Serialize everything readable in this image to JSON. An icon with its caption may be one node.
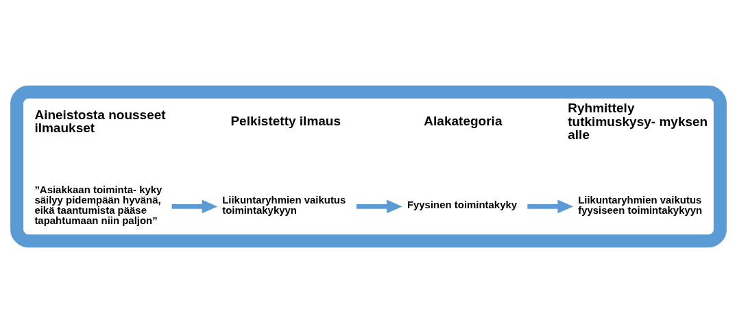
{
  "diagram": {
    "nodes": [
      {
        "text": [],
        "shape": "box"
      },
      {
        "text": [
          "”Asiakkaan toiminta- kyky säilyy pidempään hyvänä, eikä taantumista pääse tapahtumaan niin paljon”"
        ],
        "in": 0
      },
      {
        "text": [
          "Liikuntaryhmien vaikutus toimintakykyyn"
        ],
        "in": 0
      },
      {
        "text": [
          "Fyysinen toimintakyky"
        ],
        "in": 0
      },
      {
        "text": [
          "Liikuntaryhmien vaikutus fyysiseen toimintakykyyn"
        ],
        "in": 0
      }
    ],
    "edges": [
      {
        "from": 1,
        "to": 2,
        "arrow": "to"
      },
      {
        "from": 2,
        "to": 3,
        "arrow": "to"
      },
      {
        "from": 3,
        "to": 4,
        "arrow": "to"
      }
    ],
    "labels": [
      "Aineistosta nousseet ilmaukset",
      "Pelkistetty ilmaus",
      "Alakategoria",
      "Ryhmittely tutkimuskysy- myksen alle"
    ]
  }
}
